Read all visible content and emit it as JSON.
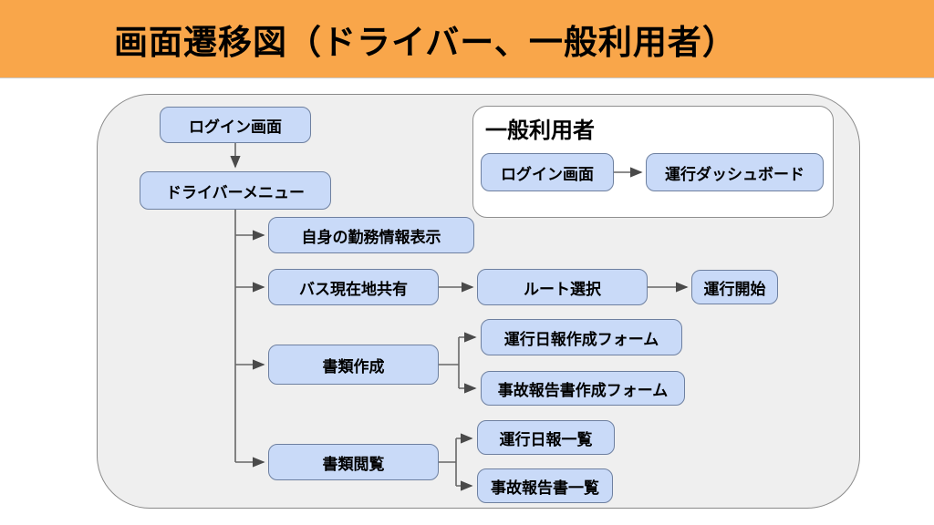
{
  "header": {
    "title": "画面遷移図（ドライバー、一般利用者）"
  },
  "diagram": {
    "driver": {
      "login": "ログイン画面",
      "menu": "ドライバーメニュー",
      "work_info": "自身の勤務情報表示",
      "bus_location": "バス現在地共有",
      "route_select": "ルート選択",
      "start_operation": "運行開始",
      "doc_create": "書類作成",
      "daily_report_form": "運行日報作成フォーム",
      "accident_report_form": "事故報告書作成フォーム",
      "doc_view": "書類閲覧",
      "daily_report_list": "運行日報一覧",
      "accident_report_list": "事故報告書一覧"
    },
    "general_user": {
      "title": "一般利用者",
      "login": "ログイン画面",
      "dashboard": "運行ダッシュボード"
    }
  },
  "colors": {
    "header_background": "#F9A64A",
    "canvas_background": "#EFEFEF",
    "node_fill": "#C9DAF8",
    "node_border": "#6E80A0",
    "connector": "#666666",
    "text": "#000000"
  }
}
